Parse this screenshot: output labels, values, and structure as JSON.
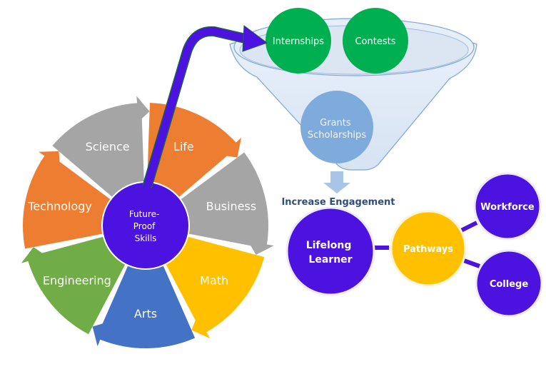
{
  "wheel": {
    "center": {
      "label_lines": [
        "Future-",
        "Proof",
        "Skills"
      ],
      "color": "#4B12E0"
    },
    "segments": [
      {
        "label": "Life",
        "color": "#ED7D31"
      },
      {
        "label": "Business",
        "color": "#A5A5A5"
      },
      {
        "label": "Math",
        "color": "#FFC000"
      },
      {
        "label": "Arts",
        "color": "#4472C4"
      },
      {
        "label": "Engineering",
        "color": "#70AD47"
      },
      {
        "label": "Technology",
        "color": "#ED7D31"
      },
      {
        "label": "Science",
        "color": "#A5A5A5"
      }
    ]
  },
  "funnel": {
    "top_items": [
      {
        "label": "Internships",
        "color": "#00B050"
      },
      {
        "label": "Contests",
        "color": "#00B050"
      }
    ],
    "bottom_item": {
      "label_lines": [
        "Grants",
        "Scholarships"
      ],
      "color": "#7FAADC"
    },
    "output_label": "Increase Engagement"
  },
  "pathways": {
    "learner": {
      "label_lines": [
        "Lifelong",
        "Learner"
      ],
      "color": "#4B12E0"
    },
    "hub": {
      "label": "Pathways",
      "color": "#FFC000"
    },
    "outcomes": [
      {
        "label": "Workforce",
        "color": "#4B12E0"
      },
      {
        "label": "College",
        "color": "#4B12E0"
      }
    ]
  },
  "colors": {
    "arrow": "#4B12E0",
    "funnel_fill": "#DEE8F5",
    "funnel_stroke": "#7EA6D6",
    "engagement_text": "#2F4E7C"
  }
}
